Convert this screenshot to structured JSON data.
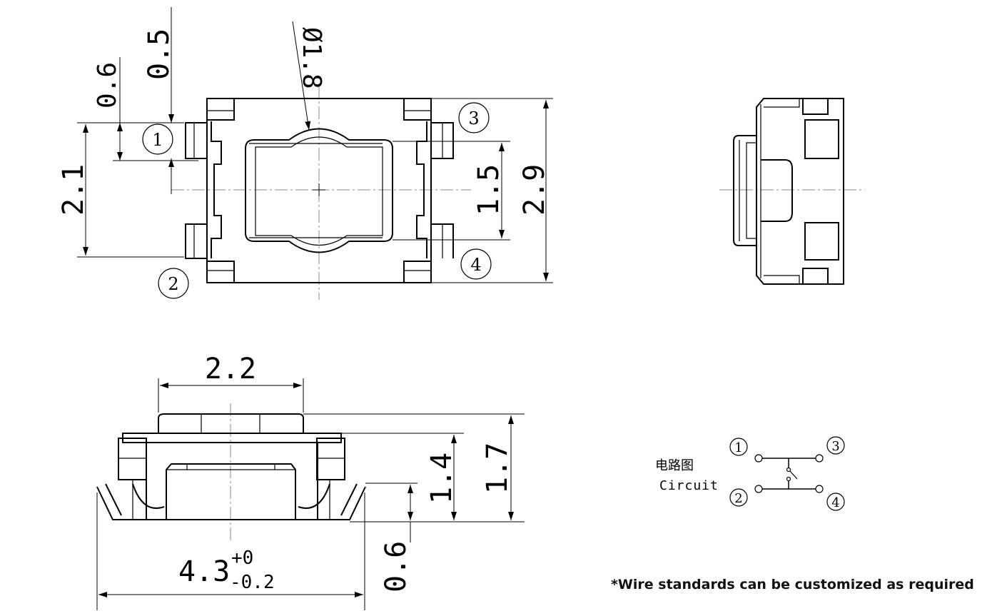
{
  "top_view": {
    "dim_05": "0.5",
    "dim_06": "0.6",
    "dim_diameter": "Ø1.8",
    "dim_21": "2.1",
    "dim_15": "1.5",
    "dim_29": "2.9",
    "pin1": "1",
    "pin2": "2",
    "pin3": "3",
    "pin4": "4"
  },
  "front_view": {
    "dim_22": "2.2",
    "dim_14": "1.4",
    "dim_17": "1.7",
    "dim_06": "0.6",
    "dim_43": "4.3",
    "tol_upper": "+0",
    "tol_lower": "-0.2"
  },
  "circuit": {
    "title_cn": "电路图",
    "title_en": "Circuit",
    "pin1": "1",
    "pin2": "2",
    "pin3": "3",
    "pin4": "4"
  },
  "note": "*Wire standards can be customized as required"
}
